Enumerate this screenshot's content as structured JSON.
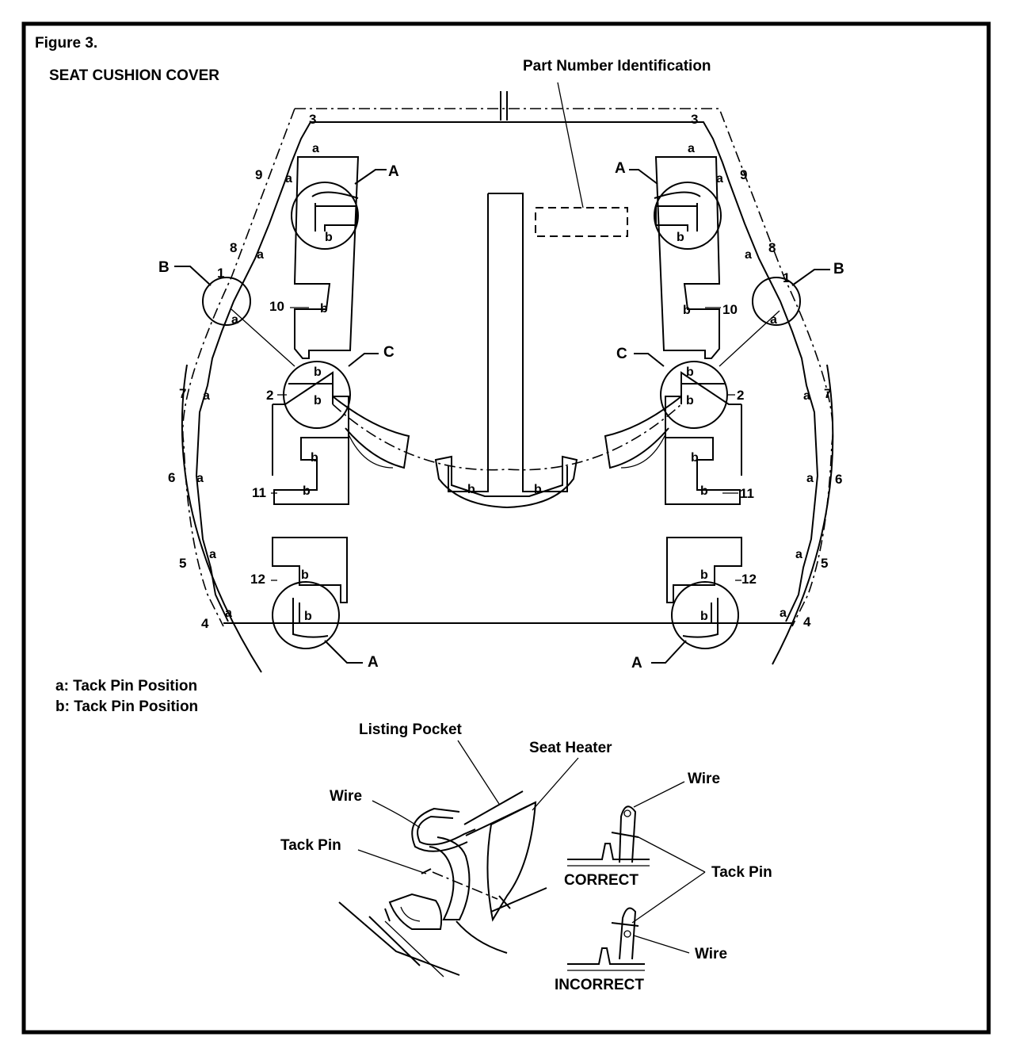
{
  "figure": {
    "number": "Figure 3.",
    "title": "SEAT CUSHION COVER"
  },
  "labels": {
    "part_number_identification": "Part Number Identification",
    "A": "A",
    "B": "B",
    "C": "C",
    "a": "a",
    "b": "b"
  },
  "numbers": {
    "n1": "1",
    "n2": "2",
    "n3": "3",
    "n4": "4",
    "n5": "5",
    "n6": "6",
    "n7": "7",
    "n8": "8",
    "n9": "9",
    "n10": "10",
    "n11": "11",
    "n12": "12"
  },
  "legend": {
    "a_line": "a: Tack Pin Position",
    "b_line": "b: Tack Pin Position"
  },
  "detail": {
    "listing_pocket": "Listing Pocket",
    "seat_heater": "Seat Heater",
    "wire": "Wire",
    "tack_pin": "Tack Pin",
    "correct": "CORRECT",
    "incorrect": "INCORRECT"
  }
}
